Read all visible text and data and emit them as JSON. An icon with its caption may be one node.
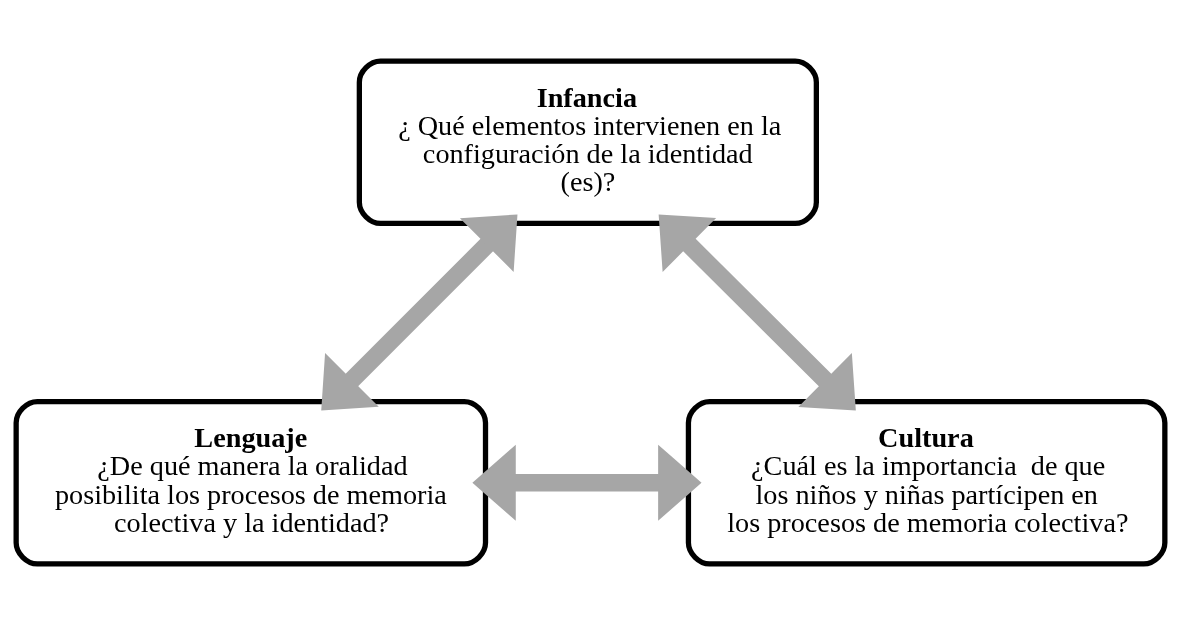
{
  "diagram": {
    "nodes": [
      {
        "text": [
          "Infancia",
          "¿ Qué elementos intervienen en la configuración de la identidad (es)?"
        ]
      },
      {
        "text": [
          "Lenguaje",
          "¿De qué manera la oralidad posibilita los procesos de memoria colectiva y la identidad?"
        ]
      },
      {
        "text": [
          "Cultura",
          "¿Cuál es la importancia  de que los niños y niñas partícipen en los procesos de memoria colectiva?"
        ]
      }
    ],
    "edges": [
      {
        "from": 0,
        "to": 1,
        "arrow": "both"
      },
      {
        "from": 0,
        "to": 2,
        "arrow": "both"
      },
      {
        "from": 1,
        "to": 2,
        "arrow": "both"
      }
    ]
  }
}
